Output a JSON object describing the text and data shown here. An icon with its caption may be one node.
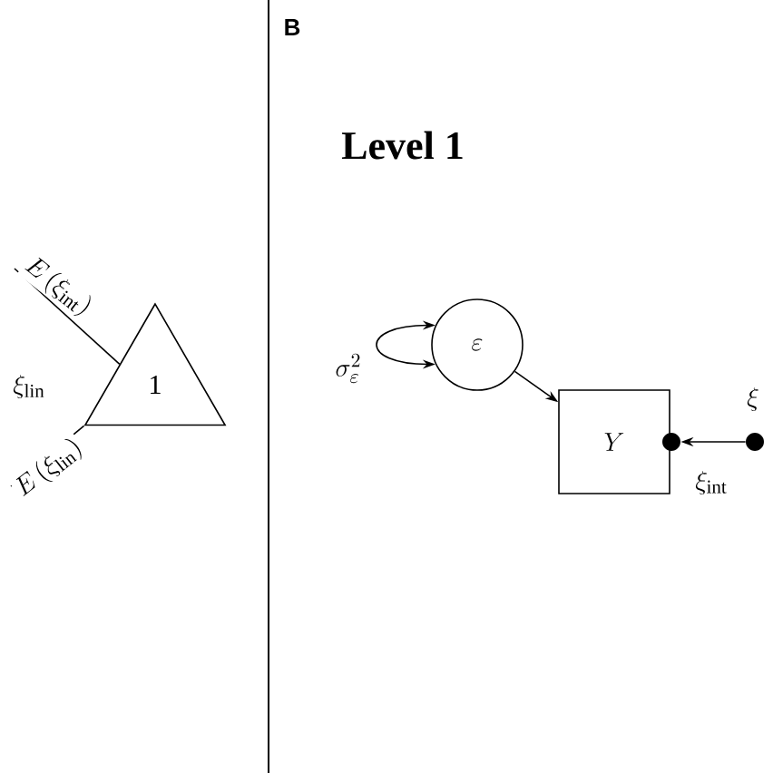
{
  "diagram": {
    "title": "Level 1",
    "nodes": [
      {
        "text": [
          "1"
        ]
      },
      {
        "text": [
          "\\varepsilon"
        ]
      },
      {
        "text": [
          "Y"
        ]
      },
      {
        "text": [],
        "shape": "circle",
        "beside": [
          "\\xi_{\\mathrm{int}}"
        ]
      },
      {
        "text": [],
        "shape": "circle",
        "beside": [
          "\\xi"
        ]
      }
    ],
    "edges": [
      {
        "from": 1,
        "to": 1,
        "arrow": "both",
        "label": "\\sigma^2_{\\varepsilon}"
      },
      {
        "from": 1,
        "to": 2,
        "arrow": "to"
      },
      {
        "from": 4,
        "to": 3,
        "arrow": "to"
      },
      {
        "from": 0,
        "to": null,
        "arrow": "none",
        "label": "E\\left(\\xi_{\\mathrm{int}}\\right)"
      },
      {
        "from": 0,
        "to": null,
        "arrow": "none",
        "label": "E\\left(\\xi_{\\mathrm{lin}}\\right)"
      }
    ],
    "labels": [
      "B",
      "\\xi_{\\mathrm{lin}}"
    ]
  }
}
